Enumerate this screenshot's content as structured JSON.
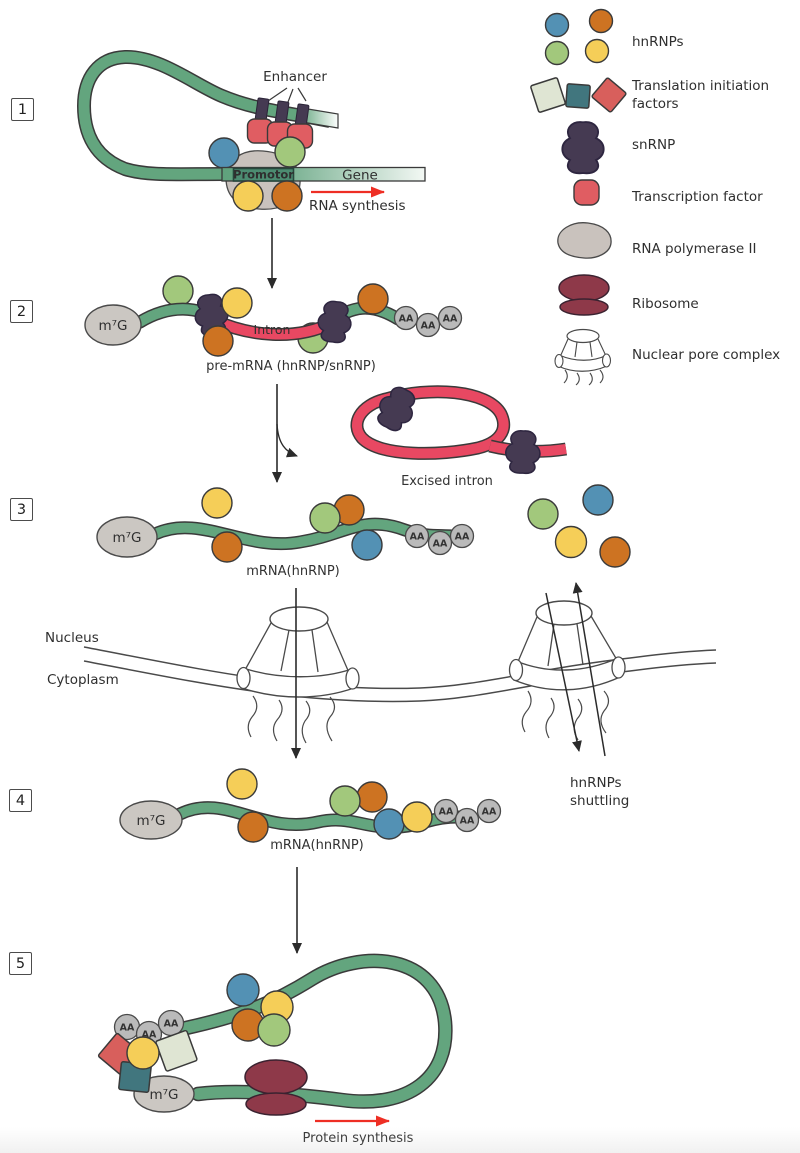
{
  "colors": {
    "strand_green": "#63a57e",
    "strand_outline": "#3a3a3a",
    "intron_pink": "#e84862",
    "snrnp_purple": "#453a52",
    "tf_red": "#e05d62",
    "hnrnp_blue": "#5391b4",
    "hnrnp_orange": "#cd7322",
    "hnrnp_green": "#a2c87c",
    "hnrnp_yellow": "#f5ce58",
    "cap_gray": "#cbc7c2",
    "aa_gray": "#bababa",
    "polymerase_gray": "#c9c2bd",
    "ribosome_maroon": "#8e3949",
    "factor_pale": "#dfe5d3",
    "factor_teal": "#41767e",
    "factor_red": "#d85f5c",
    "promotor_fill": "#4c8c71",
    "arrow_red": "#ee2e24",
    "text_dark": "#2f2f2f"
  },
  "steps": [
    {
      "label": "1"
    },
    {
      "label": "2"
    },
    {
      "label": "3"
    },
    {
      "label": "4"
    },
    {
      "label": "5"
    }
  ],
  "step1": {
    "enhancer_label": "Enhancer",
    "promotor_label": "Promotor",
    "gene_label": "Gene",
    "rna_synthesis_label": "RNA synthesis"
  },
  "step2": {
    "cap_label": "m⁷G",
    "intron_label": "Intron",
    "caption": "pre-mRNA (hnRNP/snRNP)"
  },
  "excised_intron": {
    "caption": "Excised intron"
  },
  "step3": {
    "cap_label": "m⁷G",
    "caption": "mRNA(hnRNP)"
  },
  "membrane": {
    "nucleus_label": "Nucleus",
    "cytoplasm_label": "Cytoplasm",
    "shuttling_label": "hnRNPs shuttling"
  },
  "step4": {
    "cap_label": "m⁷G",
    "caption": "mRNA(hnRNP)"
  },
  "step5": {
    "cap_label": "m⁷G",
    "caption": "Protein synthesis"
  },
  "aa_label": "AA",
  "legend": {
    "items": [
      {
        "label": "hnRNPs"
      },
      {
        "label": "Translation initiation factors"
      },
      {
        "label": "snRNP"
      },
      {
        "label": "Transcription factor"
      },
      {
        "label": "RNA polymerase II"
      },
      {
        "label": "Ribosome"
      },
      {
        "label": "Nuclear pore complex"
      }
    ]
  }
}
